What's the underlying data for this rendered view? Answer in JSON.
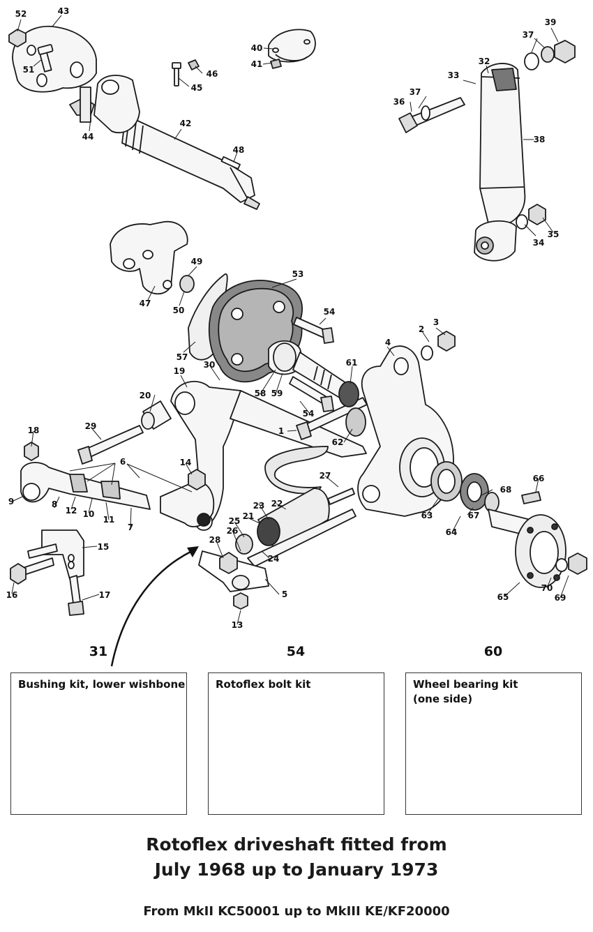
{
  "callouts": [
    {
      "id": "52",
      "label": "52"
    },
    {
      "id": "43",
      "label": "43"
    },
    {
      "id": "51",
      "label": "51"
    },
    {
      "id": "44",
      "label": "44"
    },
    {
      "id": "42",
      "label": "42"
    },
    {
      "id": "48",
      "label": "48"
    },
    {
      "id": "40",
      "label": "40"
    },
    {
      "id": "41",
      "label": "41"
    },
    {
      "id": "46",
      "label": "46"
    },
    {
      "id": "45",
      "label": "45"
    },
    {
      "id": "39",
      "label": "39"
    },
    {
      "id": "37a",
      "label": "37"
    },
    {
      "id": "32",
      "label": "32"
    },
    {
      "id": "33",
      "label": "33"
    },
    {
      "id": "37b",
      "label": "37"
    },
    {
      "id": "36",
      "label": "36"
    },
    {
      "id": "38",
      "label": "38"
    },
    {
      "id": "34",
      "label": "34"
    },
    {
      "id": "35",
      "label": "35"
    },
    {
      "id": "49",
      "label": "49"
    },
    {
      "id": "47",
      "label": "47"
    },
    {
      "id": "50",
      "label": "50"
    },
    {
      "id": "53",
      "label": "53"
    },
    {
      "id": "54a",
      "label": "54"
    },
    {
      "id": "57",
      "label": "57"
    },
    {
      "id": "2",
      "label": "2"
    },
    {
      "id": "3",
      "label": "3"
    },
    {
      "id": "4",
      "label": "4"
    },
    {
      "id": "19",
      "label": "19"
    },
    {
      "id": "30",
      "label": "30"
    },
    {
      "id": "61",
      "label": "61"
    },
    {
      "id": "58",
      "label": "58"
    },
    {
      "id": "59",
      "label": "59"
    },
    {
      "id": "20",
      "label": "20"
    },
    {
      "id": "54b",
      "label": "54"
    },
    {
      "id": "1",
      "label": "1"
    },
    {
      "id": "62",
      "label": "62"
    },
    {
      "id": "18",
      "label": "18"
    },
    {
      "id": "29",
      "label": "29"
    },
    {
      "id": "6",
      "label": "6"
    },
    {
      "id": "14",
      "label": "14"
    },
    {
      "id": "27",
      "label": "27"
    },
    {
      "id": "66",
      "label": "66"
    },
    {
      "id": "9",
      "label": "9"
    },
    {
      "id": "8",
      "label": "8"
    },
    {
      "id": "12",
      "label": "12"
    },
    {
      "id": "10",
      "label": "10"
    },
    {
      "id": "11",
      "label": "11"
    },
    {
      "id": "7",
      "label": "7"
    },
    {
      "id": "23",
      "label": "23"
    },
    {
      "id": "22",
      "label": "22"
    },
    {
      "id": "21",
      "label": "21"
    },
    {
      "id": "68",
      "label": "68"
    },
    {
      "id": "25",
      "label": "25"
    },
    {
      "id": "26",
      "label": "26"
    },
    {
      "id": "63",
      "label": "63"
    },
    {
      "id": "67",
      "label": "67"
    },
    {
      "id": "64",
      "label": "64"
    },
    {
      "id": "28",
      "label": "28"
    },
    {
      "id": "24",
      "label": "24"
    },
    {
      "id": "15",
      "label": "15"
    },
    {
      "id": "5",
      "label": "5"
    },
    {
      "id": "16",
      "label": "16"
    },
    {
      "id": "17",
      "label": "17"
    },
    {
      "id": "13",
      "label": "13"
    },
    {
      "id": "70",
      "label": "70"
    },
    {
      "id": "69",
      "label": "69"
    },
    {
      "id": "65",
      "label": "65"
    }
  ],
  "kits": [
    {
      "number": "31",
      "title": "Bushing kit, lower wishbone"
    },
    {
      "number": "54",
      "title": "Rotoflex bolt kit"
    },
    {
      "number": "60",
      "title": "Wheel bearing kit\n(one side)"
    }
  ],
  "footer": {
    "line1": "Rotoflex driveshaft fitted from",
    "line2": "July 1968 up to January 1973",
    "line3": "From MkII KC50001 up to MkIII KE/KF20000"
  },
  "colors": {
    "ink": "#1a1a1a",
    "part_fill": "#f4f4f4",
    "shade": "#9a9a9a",
    "rubber": "#555555"
  }
}
